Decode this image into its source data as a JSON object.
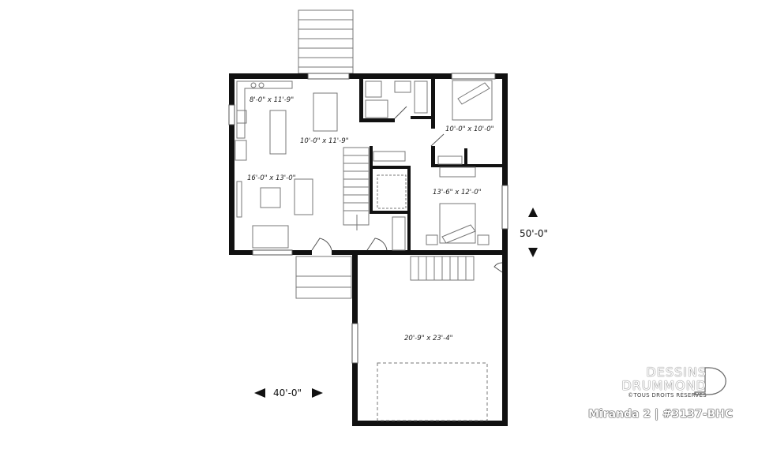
{
  "rooms": {
    "kitchen": "8'-0\" x 11'-9\"",
    "dining": "10'-0\" x 11'-9\"",
    "living": "16'-0\" x 13'-0\"",
    "bedroom1": "10'-0\" x 10'-0\"",
    "bedroom2": "13'-6\" x 12'-0\"",
    "garage": "20'-9\" x 23'-4\""
  },
  "dimensions": {
    "depth": "50'-0\"",
    "width": "40'-0\""
  },
  "brand": {
    "line1": "DESSINS",
    "line2": "DRUMMOND",
    "copyright": "©TOUS DROITS RÉSERVÉS"
  },
  "plan_title": "Miranda 2 | #3137-BHC",
  "colors": {
    "wall": "#111111",
    "line": "#555555"
  }
}
